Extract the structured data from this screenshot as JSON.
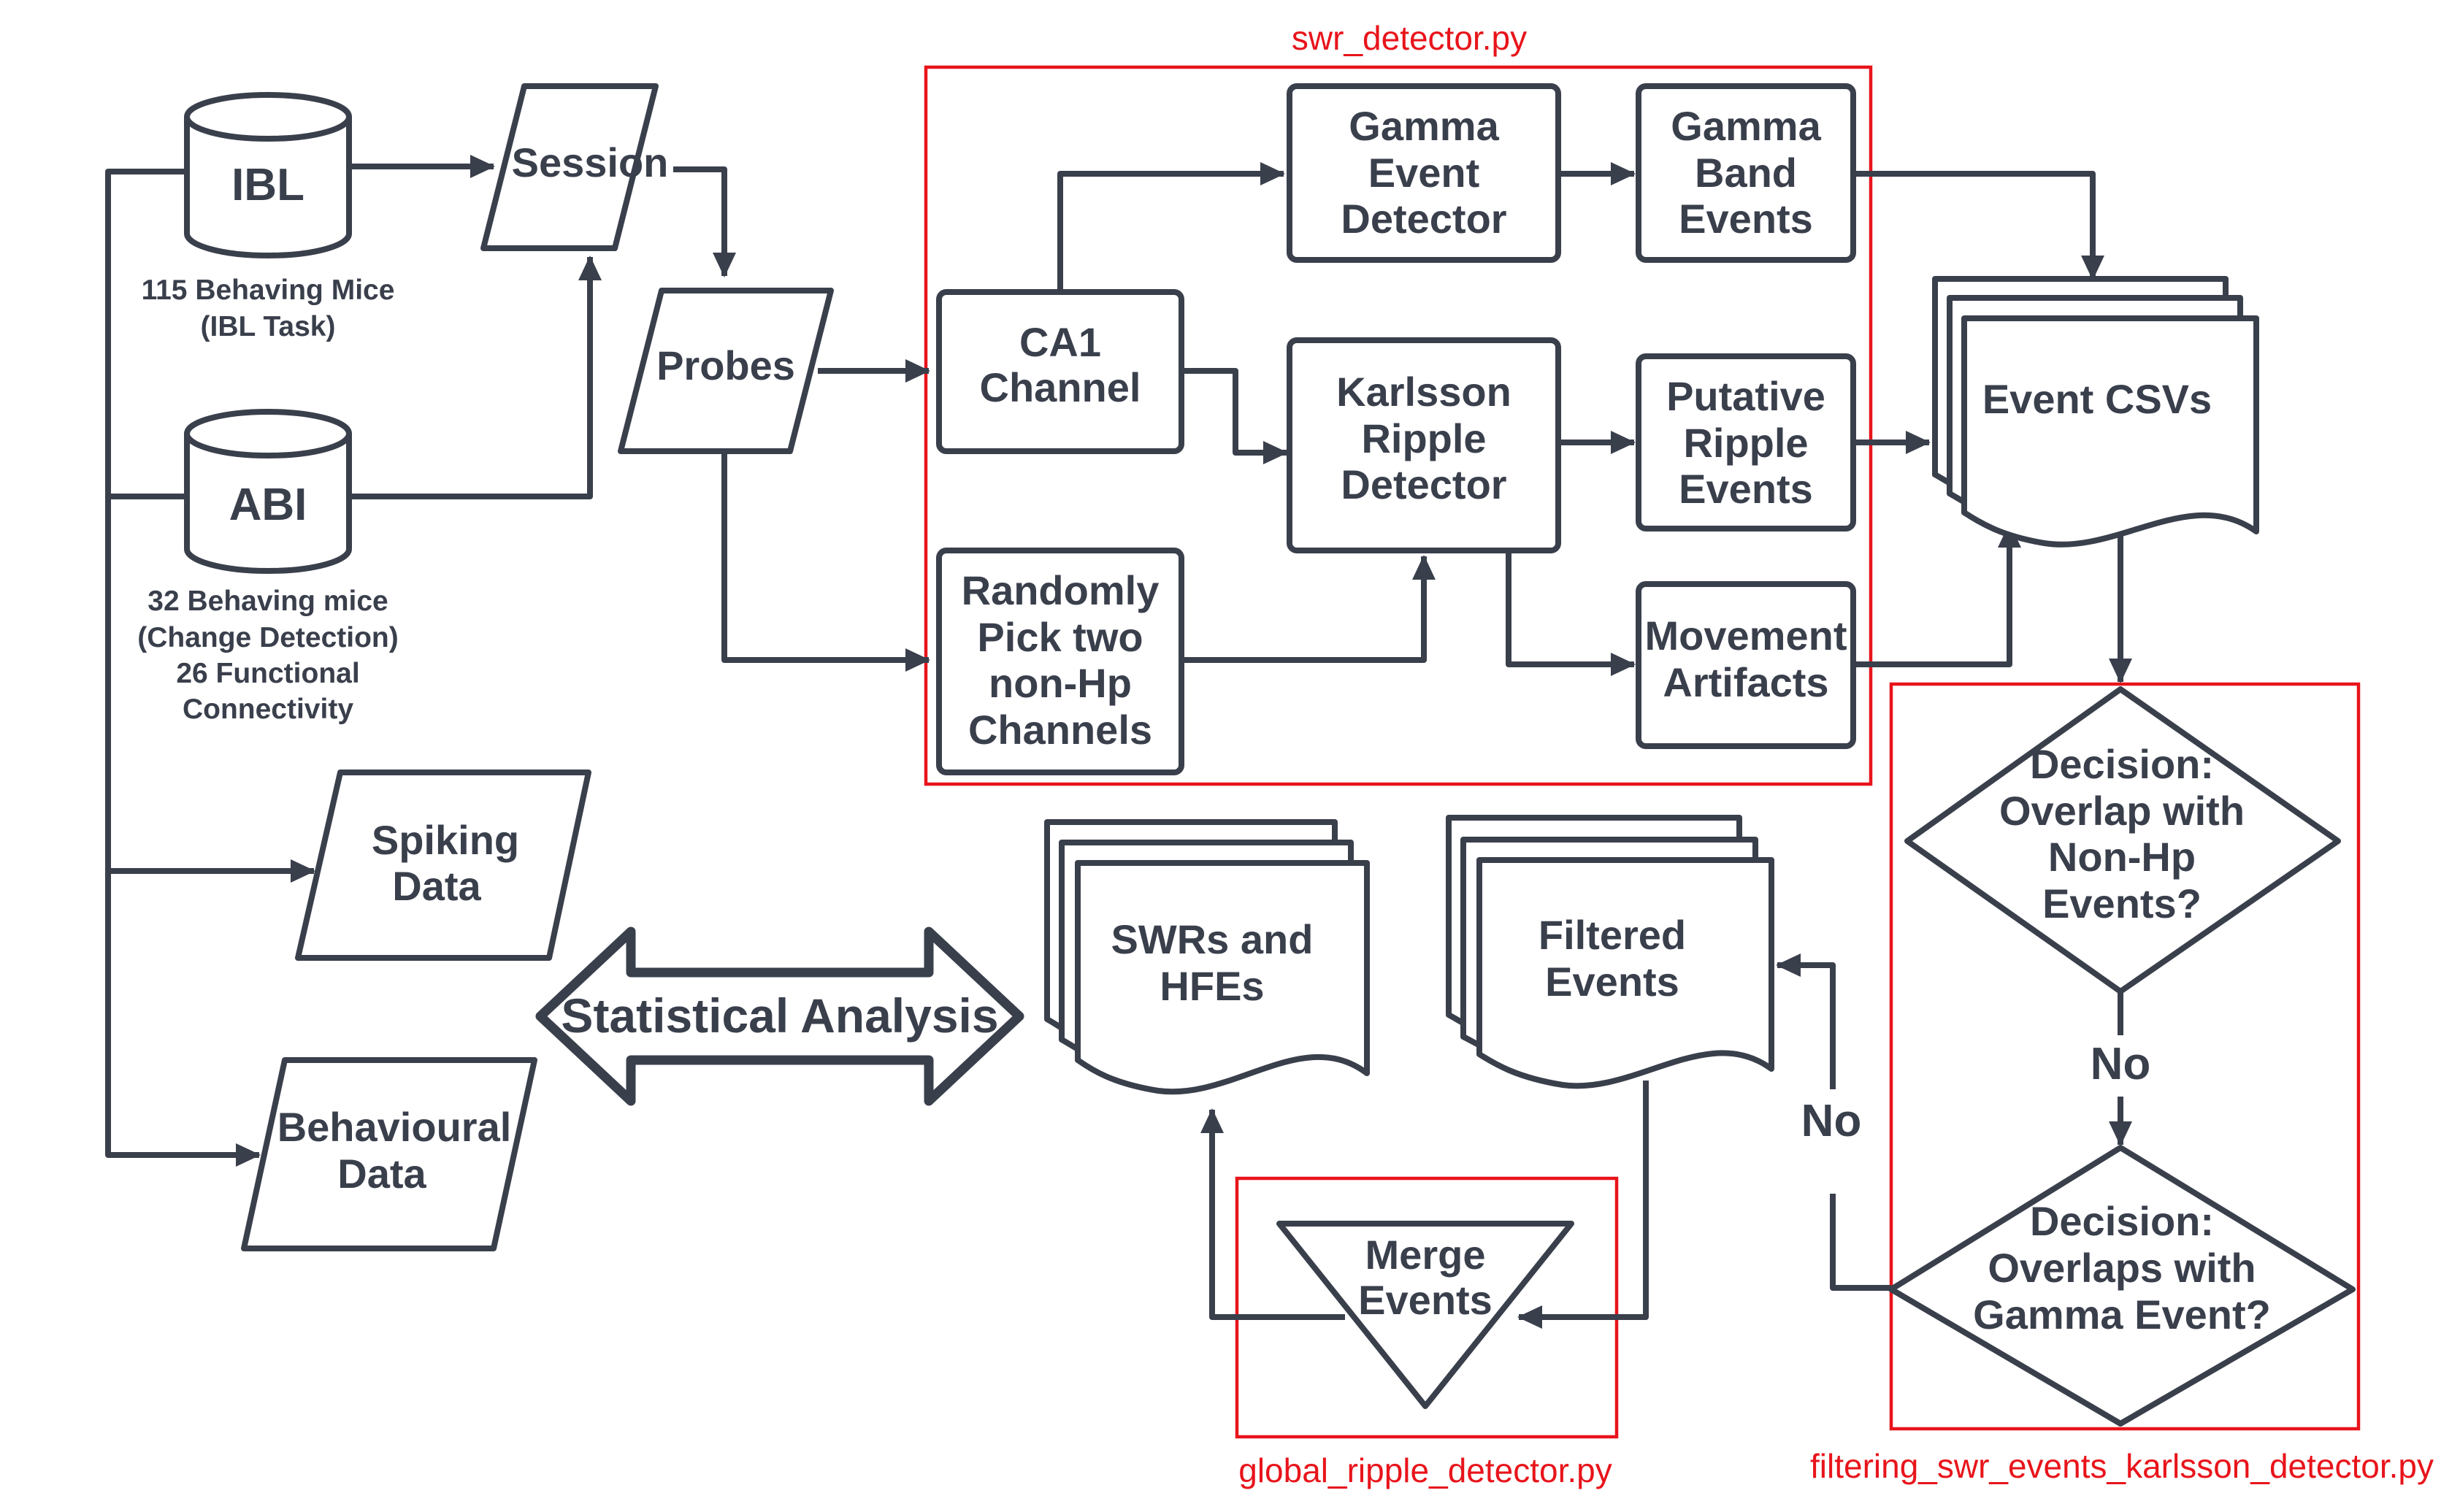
{
  "modules": {
    "swr_detector": "swr_detector.py",
    "global_ripple_detector": "global_ripple_detector.py",
    "filtering": "filtering_swr_events_karlsson_detector.py"
  },
  "datasets": {
    "ibl": {
      "name": "IBL",
      "caption": [
        "115 Behaving Mice",
        "(IBL Task)"
      ]
    },
    "abi": {
      "name": "ABI",
      "caption": [
        "32 Behaving mice",
        "(Change Detection)",
        "26 Functional",
        "Connectivity"
      ]
    }
  },
  "nodes": {
    "session": [
      "Session"
    ],
    "probes": [
      "Probes"
    ],
    "spiking": [
      "Spiking",
      "Data"
    ],
    "behavioural": [
      "Behavioural",
      "Data"
    ],
    "ca1": [
      "CA1",
      "Channel"
    ],
    "random_pick": [
      "Randomly",
      "Pick two",
      "non-Hp",
      "Channels"
    ],
    "gamma_detector": [
      "Gamma",
      "Event",
      "Detector"
    ],
    "karlsson": [
      "Karlsson",
      "Ripple",
      "Detector"
    ],
    "gamma_band": [
      "Gamma",
      "Band",
      "Events"
    ],
    "putative": [
      "Putative",
      "Ripple",
      "Events"
    ],
    "movement": [
      "Movement",
      "Artifacts"
    ],
    "event_csvs": [
      "Event CSVs"
    ],
    "decision1": [
      "Decision:",
      "Overlap with",
      "Non-Hp",
      "Events?"
    ],
    "decision2": [
      "Decision:",
      "Overlaps with",
      "Gamma Event?"
    ],
    "filtered": [
      "Filtered",
      "Events"
    ],
    "swrs": [
      "SWRs and",
      "HFEs"
    ],
    "merge": [
      "Merge",
      "Events"
    ],
    "statistical": [
      "Statistical Analysis"
    ]
  },
  "edge_labels": {
    "no1": "No",
    "no2": "No"
  },
  "colors": {
    "ink": "#3a3f4c",
    "annotation": "#e8141b",
    "background": "#ffffff"
  }
}
